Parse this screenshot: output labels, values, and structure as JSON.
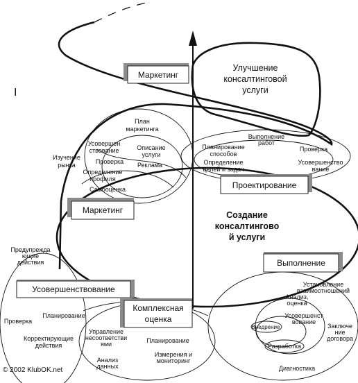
{
  "marks": {
    "roman_numeral": "I",
    "copyright": "© 2002 KlubOK.net"
  },
  "boxes": {
    "marketing_top": "Маркетинг",
    "marketing_mid": "Маркетинг",
    "design": "Проектирование",
    "execution": "Выполнение",
    "improvement": "Усовершенствование",
    "complex_assessment": [
      "Комплексная",
      "оценка"
    ]
  },
  "blobs": {
    "improvement_of_service": [
      "Улучшение",
      "консалтинговой",
      "услуги"
    ],
    "creation_of_service": [
      "Создание",
      "консалтингово",
      "й услуги"
    ]
  },
  "labels": {
    "marketing_plan": [
      "План",
      "маркетинга"
    ],
    "perfection": [
      "Усовершен",
      "ствование"
    ],
    "service_description": [
      "Описание",
      "услуги"
    ],
    "market_study": [
      "Изучение",
      "рынка"
    ],
    "check_marketing": "Проверка",
    "advertising": "Реклама",
    "profile_definition": [
      "Определение",
      "профиля"
    ],
    "self_assessment": "Самооценка",
    "planning_methods": [
      "Планирование",
      "способов"
    ],
    "work_execution": [
      "Выполнение",
      "работ"
    ],
    "check_design": "Проверка",
    "goals_definition": [
      "Определение",
      "целей и задач"
    ],
    "perfection_design": [
      "Усовершенство",
      "вание"
    ],
    "preventive_actions": [
      "Предупрежда",
      "ющие",
      "действия"
    ],
    "check_left": "Проверка",
    "planning_left": "Планирование",
    "corrective_actions": [
      "Корректирующие",
      "действия"
    ],
    "nonconformity_management": [
      "Управление",
      "несоответстви",
      "ями"
    ],
    "planning_bottom": "Планирование",
    "data_analysis": [
      "Анализ",
      "данных"
    ],
    "measurement_monitoring": [
      "Измерения и",
      "мониторинг"
    ],
    "relationship_building": [
      "Установление",
      "взаимоотношений"
    ],
    "analysis_assessment": [
      "Анализ,",
      "оценка"
    ],
    "perfection_right": [
      "Усовершенст",
      "вование"
    ],
    "implementation": "Внедрение",
    "development": "Разработка",
    "contract_signing": [
      "Заключе",
      "ние",
      "договора"
    ],
    "diagnostics": "Диагностика"
  }
}
